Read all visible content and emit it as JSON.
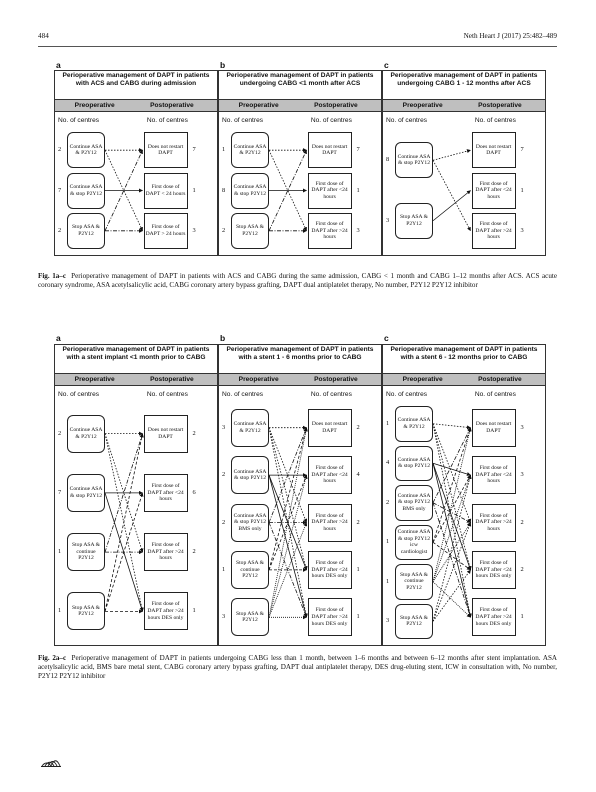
{
  "header": {
    "page_number": "484",
    "journal": "Neth Heart J (2017) 25:482–489"
  },
  "fig1": {
    "panels": [
      {
        "letter": "a",
        "title": "Perioperative management of DAPT in patients with ACS and CABG during admission",
        "pre": "Preoperative",
        "post": "Postoperative",
        "noc_left": "No. of centres",
        "noc_right": "No. of centres",
        "left_boxes": [
          "Continue ASA & P2Y12",
          "Continue ASA & stop P2Y12",
          "Stop ASA & P2Y12"
        ],
        "left_nums": [
          "2",
          "7",
          "2"
        ],
        "right_boxes": [
          "Does not restart DAPT",
          "First dose of DAPT < 24 hours",
          "First dose of DAPT > 24 hours"
        ],
        "right_nums": [
          "7",
          "1",
          "3"
        ]
      },
      {
        "letter": "b",
        "title": "Perioperative management of DAPT in patients undergoing CABG <1 month after ACS",
        "pre": "Preoperative",
        "post": "Postoperative",
        "noc_left": "No. of centres",
        "noc_right": "No. of centres",
        "left_boxes": [
          "Continue ASA & P2Y12",
          "Continue ASA & stop P2Y12",
          "Stop ASA & P2Y12"
        ],
        "left_nums": [
          "1",
          "8",
          "2"
        ],
        "right_boxes": [
          "Does not restart DAPT",
          "First dose of DAPT after <24 hours",
          "First dose of DAPT after >24 hours"
        ],
        "right_nums": [
          "7",
          "1",
          "3"
        ]
      },
      {
        "letter": "c",
        "title": "Perioperative management of DAPT in patients undergoing CABG 1 - 12 months after ACS",
        "pre": "Preoperative",
        "post": "Postoperative",
        "noc_left": "No. of centres",
        "noc_right": "No. of centres",
        "left_boxes": [
          "Continue ASA & stop P2Y12",
          "Stop ASA & P2Y12"
        ],
        "left_nums": [
          "8",
          "3"
        ],
        "right_boxes": [
          "Does not restart DAPT",
          "First dose of DAPT after <24 hours",
          "First dose of DAPT after >24 hours"
        ],
        "right_nums": [
          "7",
          "1",
          "3"
        ]
      }
    ],
    "caption_label": "Fig. 1a–c",
    "caption_text": "Perioperative management of DAPT in patients with ACS and CABG during the same admission, CABG < 1 month and CABG 1–12 months after ACS. ACS acute coronary syndrome, ASA acetylsalicylic acid, CABG coronary artery bypass grafting, DAPT dual antiplatelet therapy, No number, P2Y12 P2Y12 inhibitor"
  },
  "fig2": {
    "panels": [
      {
        "letter": "a",
        "title": "Perioperative management of DAPT in patients with a stent implant <1 month prior to CABG",
        "pre": "Preoperative",
        "post": "Postoperative",
        "noc_left": "No. of centres",
        "noc_right": "No. of centres",
        "left_boxes": [
          "Continue ASA & P2Y12",
          "Continue ASA & stop P2Y12",
          "Stop ASA & continue P2Y12",
          "Stop ASA & P2Y12"
        ],
        "left_nums": [
          "2",
          "7",
          "1",
          "1"
        ],
        "right_boxes": [
          "Does not restart DAPT",
          "First dose of DAPT after <24 hours",
          "First dose of DAPT after >24 hours",
          "First dose of DAPT after >24 hours DES only"
        ],
        "right_nums": [
          "2",
          "6",
          "2",
          "1"
        ]
      },
      {
        "letter": "b",
        "title": "Perioperative management of DAPT in patients with a stent 1 - 6 months prior to CABG",
        "pre": "Preoperative",
        "post": "Postoperative",
        "noc_left": "No. of centres",
        "noc_right": "No. of centres",
        "left_boxes": [
          "Continue ASA & P2Y12",
          "Continue ASA & stop P2Y12",
          "Continue ASA & stop P2Y12 BMS only",
          "Stop ASA & continue P2Y12",
          "Stop ASA & P2Y12"
        ],
        "left_nums": [
          "3",
          "2",
          "2",
          "1",
          "3"
        ],
        "right_boxes": [
          "Does not restart DAPT",
          "First dose of DAPT after <24 hours",
          "First dose of DAPT after >24 hours",
          "First dose of DAPT after <24 hours DES only",
          "First dose of DAPT after >24 hours DES only"
        ],
        "right_nums": [
          "2",
          "4",
          "2",
          "1",
          "1"
        ]
      },
      {
        "letter": "c",
        "title": "Perioperative management of DAPT in patients with a stent 6 - 12 months prior to CABG",
        "pre": "Preoperative",
        "post": "Postoperative",
        "noc_left": "No. of centres",
        "noc_right": "No. of centres",
        "left_boxes": [
          "Continue ASA & P2Y12",
          "Continue ASA & stop P2Y12",
          "Continue ASA & stop P2Y12 BMS only",
          "Continue ASA & stop P2Y12 icw cardiologist",
          "Stop ASA & continue P2Y12",
          "Stop ASA & P2Y12"
        ],
        "left_nums": [
          "1",
          "4",
          "2",
          "1",
          "1",
          "3"
        ],
        "right_boxes": [
          "Does not restart DAPT",
          "First dose of DAPT after <24 hours",
          "First dose of DAPT after >24 hours",
          "First dose of DAPT after <24 hours DES only",
          "First dose of DAPT after >24 hours DES only"
        ],
        "right_nums": [
          "3",
          "3",
          "2",
          "2",
          "1"
        ]
      }
    ],
    "caption_label": "Fig. 2a–c",
    "caption_text": "Perioperative management of DAPT in patients undergoing CABG less than 1 month, between 1–6 months and between 6–12 months after stent implantation. ASA acetylsalicylic acid, BMS bare metal stent, CABG coronary artery bypass grafting, DAPT dual antiplatelet therapy, DES drug-eluting stent, ICW in consultation with, No number, P2Y12 P2Y12 inhibitor"
  }
}
